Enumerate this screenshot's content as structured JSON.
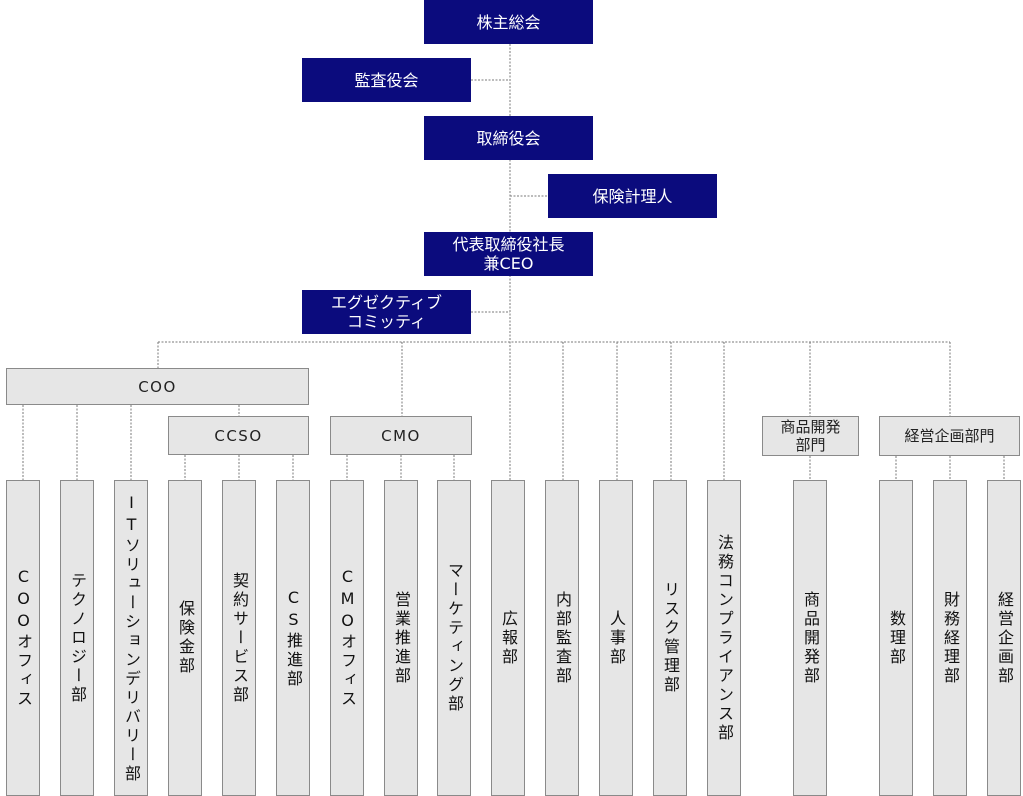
{
  "colors": {
    "executive_fill": "#0b0b7d",
    "executive_text": "#ffffff",
    "unit_fill": "#e6e6e6",
    "unit_border": "#8a8a8a",
    "connector": "#7a7a7a"
  },
  "governance": {
    "shareholders_meeting": "株主総会",
    "audit_board": "監査役会",
    "board_of_directors": "取締役会",
    "actuary": "保険計理人",
    "ceo": [
      "代表取締役社長",
      "兼CEO"
    ],
    "executive_committee": [
      "エグゼクティブ",
      "コミッティ"
    ]
  },
  "divisions": {
    "coo": "COO",
    "ccso": "CCSO",
    "cmo": "CMO",
    "product_development": [
      "商品開発",
      "部門"
    ],
    "corporate_planning": "経営企画部門"
  },
  "departments": [
    "COOオフィス",
    "テクノロジー部",
    "ITソリューションデリバリー部",
    "保険金部",
    "契約サービス部",
    "CS推進部",
    "CMOオフィス",
    "営業推進部",
    "マーケティング部",
    "広報部",
    "内部監査部",
    "人事部",
    "リスク管理部",
    "法務コンプライアンス部",
    "商品開発部",
    "数理部",
    "財務経理部",
    "経営企画部"
  ]
}
